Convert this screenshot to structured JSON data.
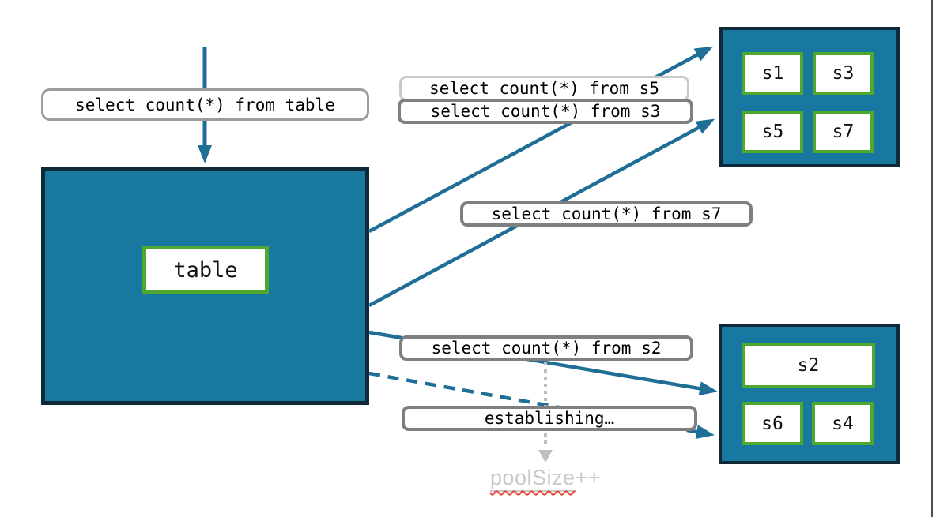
{
  "diagram": {
    "source": {
      "query": "select count(*) from table",
      "node": "table"
    },
    "fanout_queries": {
      "s5": "select count(*) from s5",
      "s3": "select count(*) from s3",
      "s7": "select count(*) from s7",
      "s2": "select count(*) from s2"
    },
    "connection": {
      "establishing": "establishing…",
      "pool_increment": "poolSize",
      "pool_increment_suffix": "++"
    },
    "pool_top": {
      "shards": [
        "s1",
        "s3",
        "s5",
        "s7"
      ]
    },
    "pool_bottom": {
      "shards": [
        "s2",
        "s6",
        "s4"
      ]
    },
    "colors": {
      "teal_fill": "#1878a0",
      "dark_border": "#0e2a38",
      "green_border": "#4ea72e",
      "arrow": "#1f6e96",
      "label_border": "#7f7f7f",
      "label_border_light": "#c9c9c9",
      "muted_text": "#c9c9c9",
      "dotted_arrow": "#bfbfbf",
      "spellcheck_red": "#e8453c"
    }
  }
}
